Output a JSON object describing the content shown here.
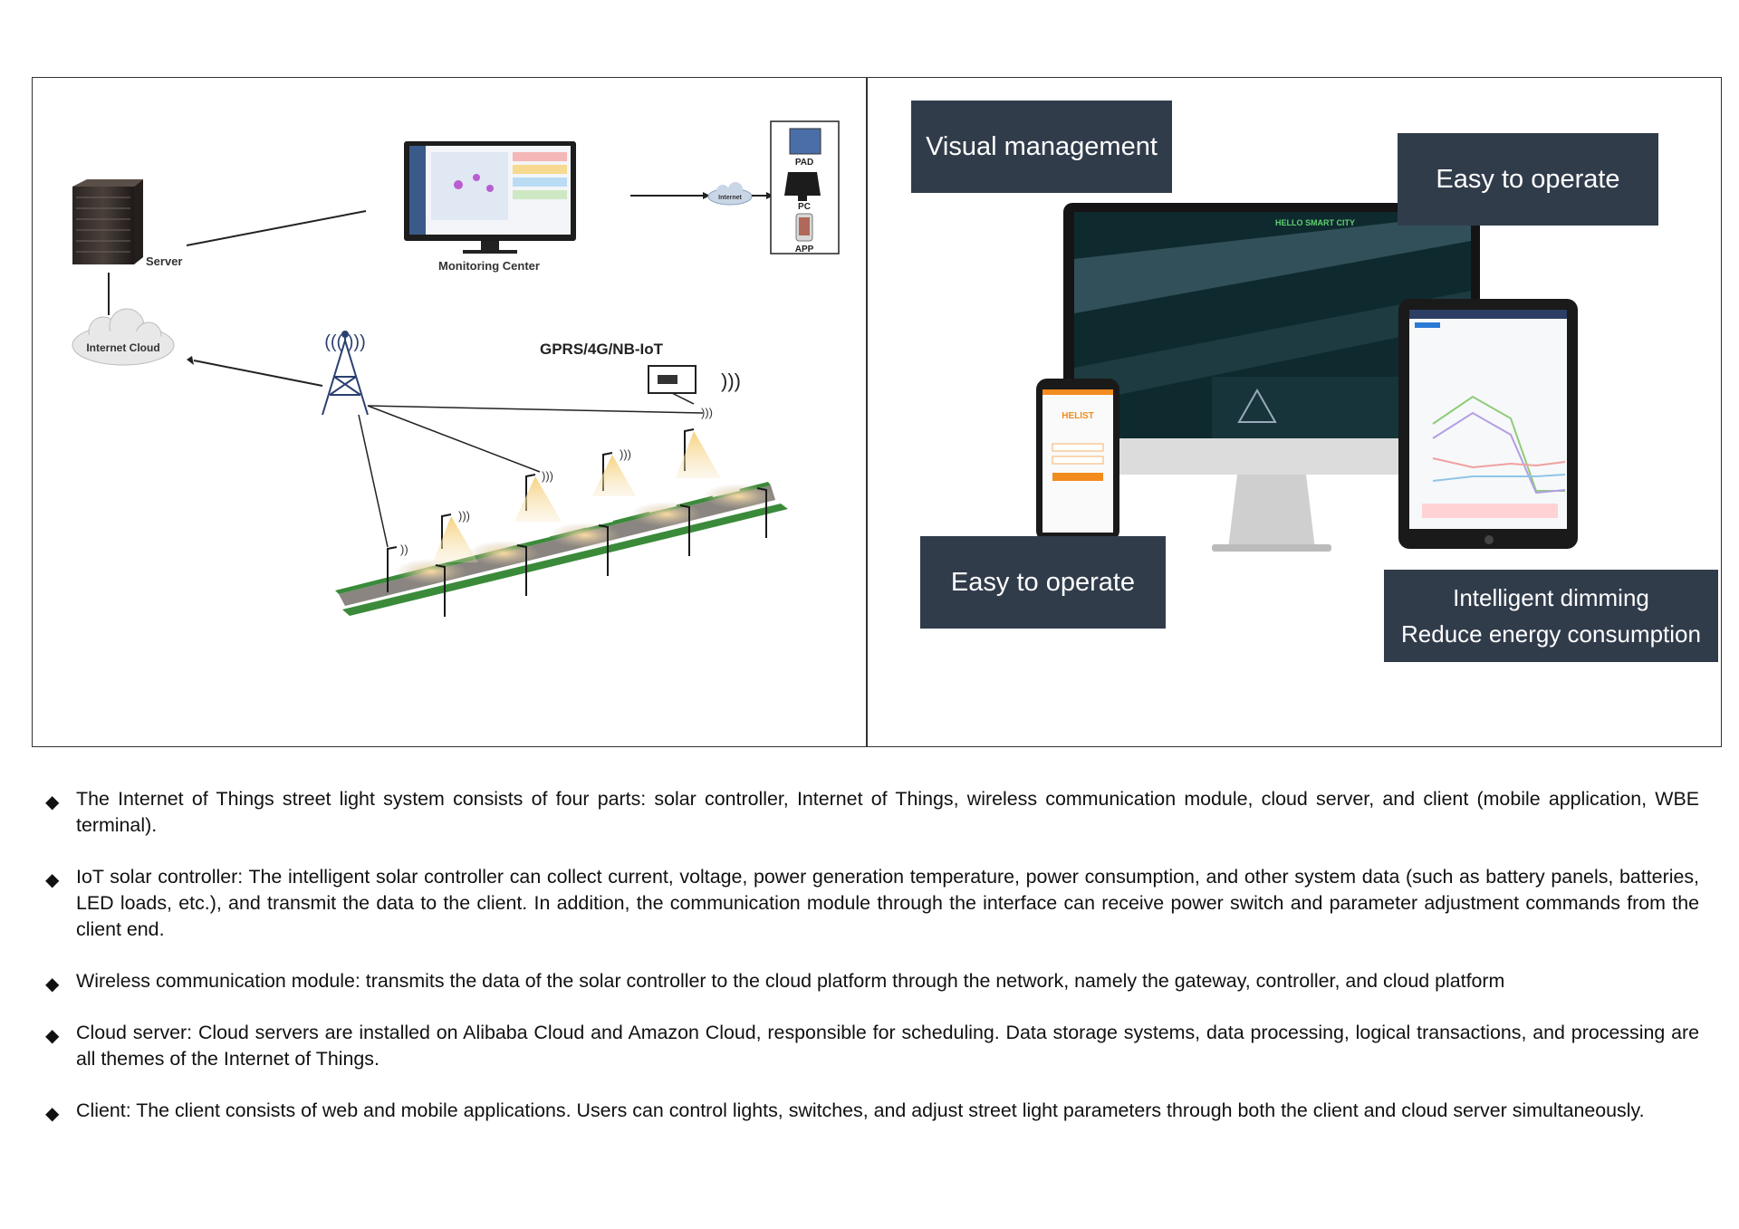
{
  "diagram": {
    "server_label": "Server",
    "monitoring_label": "Monitoring Center",
    "internet_label": "Internet",
    "cloud_label": "Internet Cloud",
    "device_labels": [
      "PAD",
      "PC",
      "APP"
    ],
    "network_label": "GPRS/4G/NB-IoT",
    "phone_brand": "HELIST",
    "monitor_banner": "HELLO SMART CITY"
  },
  "tags": {
    "visual": "Visual management",
    "easy_top": "Easy to operate",
    "easy_bottom": "Easy to operate",
    "dimming_line1": "Intelligent dimming",
    "dimming_line2": "Reduce energy consumption"
  },
  "bullets": [
    "The Internet of Things street light system consists of four parts: solar controller, Internet of Things, wireless communication module, cloud server, and client (mobile application, WBE terminal).",
    "IoT solar controller: The intelligent solar controller can collect current, voltage, power generation temperature, power consumption, and other system data (such as battery panels, batteries, LED loads, etc.), and transmit the data to the client. In addition, the communication module through the interface can receive power switch and parameter adjustment commands from the client end.",
    "Wireless communication module: transmits the data of the solar controller to the cloud platform through the network, namely the gateway, controller, and cloud platform",
    "Cloud server: Cloud servers are installed on Alibaba Cloud and Amazon Cloud, responsible for scheduling. Data storage systems, data processing, logical transactions, and processing are all themes of the Internet of Things.",
    "Client: The client consists of web and mobile applications. Users can control lights, switches, and adjust street light parameters through both the client and cloud server simultaneously."
  ],
  "bullet_symbol": "◆",
  "colors": {
    "tag_bg": "#313c4b",
    "road_green": "#3a8a3a",
    "road_gray": "#8a8580",
    "light_cone": "#f2c46a",
    "orange": "#f28c1e"
  }
}
